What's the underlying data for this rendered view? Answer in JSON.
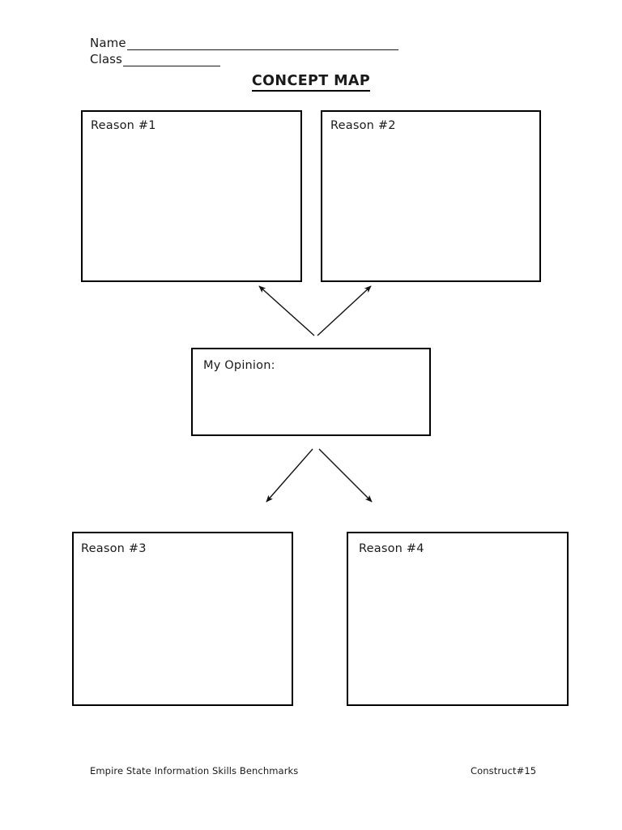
{
  "document": {
    "title": "CONCEPT MAP ",
    "fields": {
      "name_label": "Name",
      "class_label": "Class"
    },
    "boxes": [
      {
        "id": "reason-1",
        "label": "Reason #1",
        "value": ""
      },
      {
        "id": "reason-2",
        "label": "Reason #2",
        "value": ""
      },
      {
        "id": "opinion",
        "label": "My Opinion:",
        "value": ""
      },
      {
        "id": "reason-3",
        "label": "Reason #3",
        "value": ""
      },
      {
        "id": "reason-4",
        "label": "Reason #4",
        "value": ""
      }
    ],
    "connectors": [
      {
        "name": "opinion-to-reason-1",
        "direction": "up-left",
        "from": "opinion",
        "to": "reason-1"
      },
      {
        "name": "opinion-to-reason-2",
        "direction": "up-right",
        "from": "opinion",
        "to": "reason-2"
      },
      {
        "name": "opinion-to-reason-3",
        "direction": "down-left",
        "from": "opinion",
        "to": "reason-3"
      },
      {
        "name": "opinion-to-reason-4",
        "direction": "down-right",
        "from": "opinion",
        "to": "reason-4"
      }
    ],
    "footer": {
      "left": "Empire State Information Skills Benchmarks",
      "right": "Construct#15"
    },
    "colors": {
      "ink": "#1a1a1a",
      "rule": "#000000",
      "paper": "#ffffff"
    }
  }
}
